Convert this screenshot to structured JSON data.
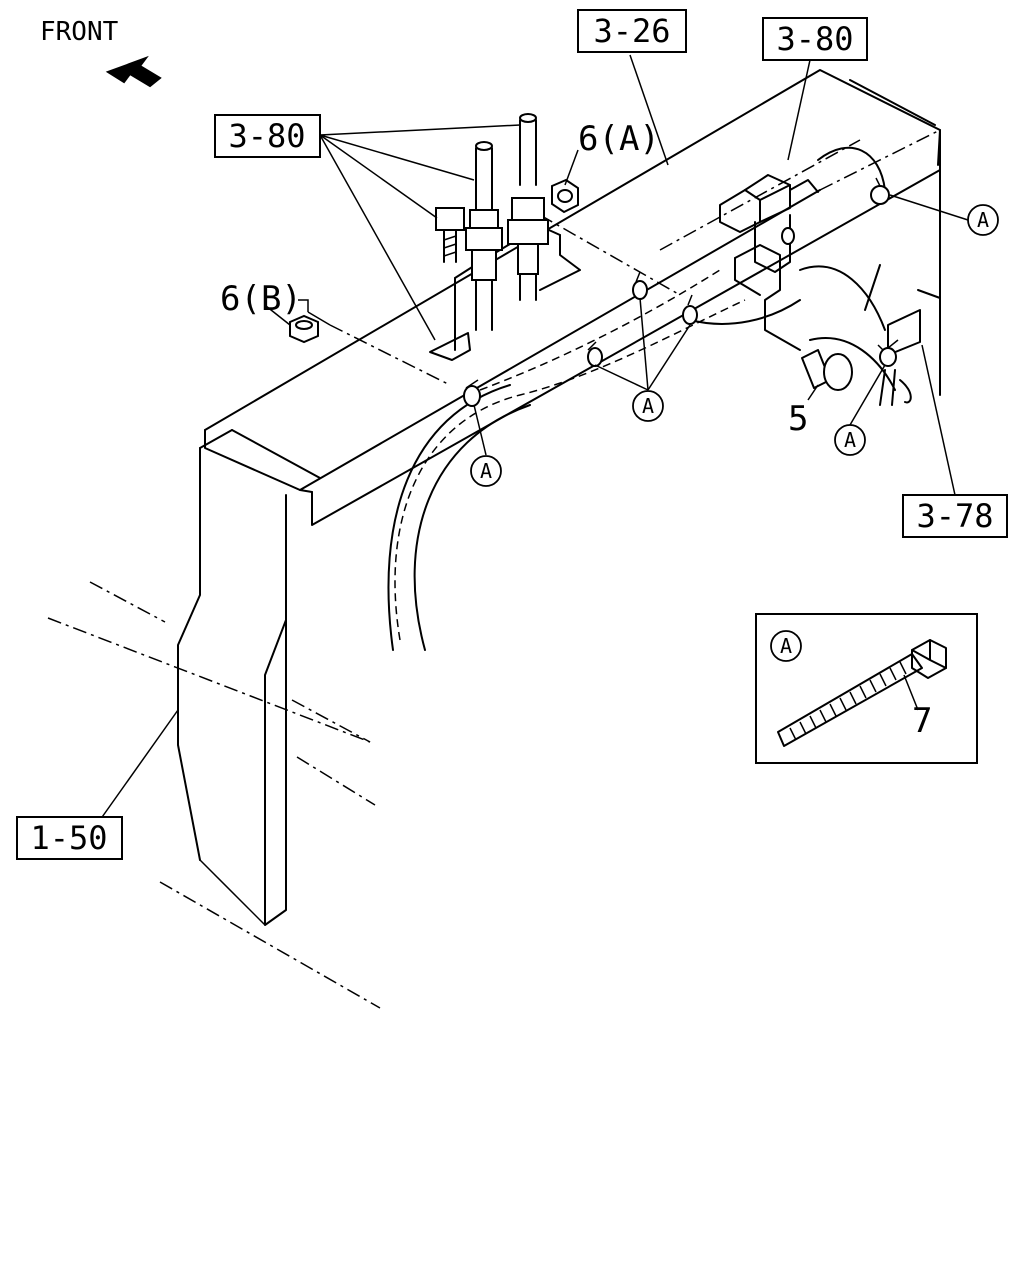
{
  "direction_label": "FRONT",
  "references": {
    "r326": "3-26",
    "r380_top": "3-80",
    "r380_left": "3-80",
    "r378": "3-78",
    "r150": "1-50"
  },
  "part_labels": {
    "p6a": "6(A)",
    "p6b": "6(B)",
    "p5": "5",
    "p7": "7"
  },
  "callout_letter": "A",
  "detail_box": {
    "callout": "A",
    "part": "7"
  }
}
